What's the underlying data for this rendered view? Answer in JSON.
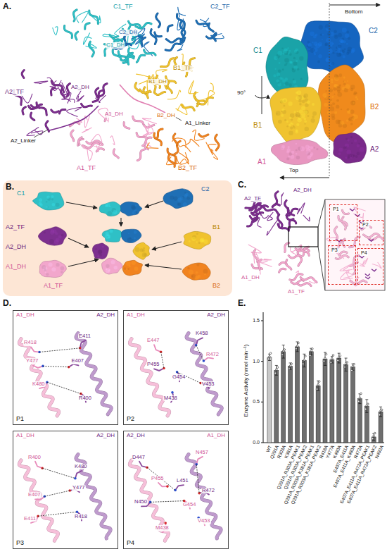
{
  "diagram": {
    "nodes": [
      {
        "text": [
          "P1"
        ]
      },
      {
        "text": [
          "P2"
        ]
      },
      {
        "text": [
          "P3"
        ]
      },
      {
        "text": [
          "P4"
        ]
      },
      {
        "text": [
          "A1_DH",
          "A2_DH",
          "P1"
        ]
      },
      {
        "text": [
          "A1_DH",
          "A2_DH",
          "P2"
        ]
      },
      {
        "text": [
          "A1_DH",
          "A2_DH",
          "P3"
        ]
      },
      {
        "text": [
          "A2_DH",
          "A1_DH",
          "P4"
        ]
      }
    ],
    "labels": [
      "A.",
      "C1_TF",
      "C2_TF",
      "C2_DH",
      "C1_DH",
      "A2_TF",
      "A2_DH",
      "B1_TF",
      "B1_DH",
      "A1_DH",
      "B2_DH",
      "A2_Linker",
      "A1_Linker",
      "A1_TF",
      "B2_TF",
      "Bottom",
      "C2",
      "C1",
      "90°",
      "B1",
      "B2",
      "A2",
      "A1",
      "Top",
      "B.",
      "C1",
      "C2",
      "A2_TF",
      "A2_DH",
      "B1",
      "A1_DH",
      "A1_TF",
      "B2",
      "C.",
      "A2_TF",
      "A2_DH",
      "A1_DH",
      "A1_TF",
      "D.",
      "R418",
      "E411",
      "Y477",
      "E407",
      "K480",
      "R400",
      "K458",
      "E447",
      "R472",
      "P455",
      "G454",
      "V453",
      "M438",
      "R400",
      "K480",
      "Y477",
      "E407",
      "E411",
      "R418",
      "D447",
      "N457",
      "P455",
      "L451",
      "R472",
      "N450",
      "G454",
      "V453",
      "M438",
      "E.",
      "Enzyme Activity (nmol min⁻¹)",
      "0.0",
      "0.5",
      "1.0",
      "1.5",
      "WT",
      "Q291A",
      "R303A",
      "K381A",
      "Q291A_R303A_PEAK1",
      "Q291A_R303A_PEAK2",
      "Q291A_R303A_K381A_PEAK1",
      "Q291A_R303A_K381A_PEAK2",
      "R418A",
      "Y477A",
      "K480A",
      "E407A_E411A",
      "E407A_E411A_K480A",
      "R472A",
      "E407A_E411A_R472A_PEAK1",
      "E407A_E411A_R472A_PEAK2",
      "N492A"
    ]
  }
}
